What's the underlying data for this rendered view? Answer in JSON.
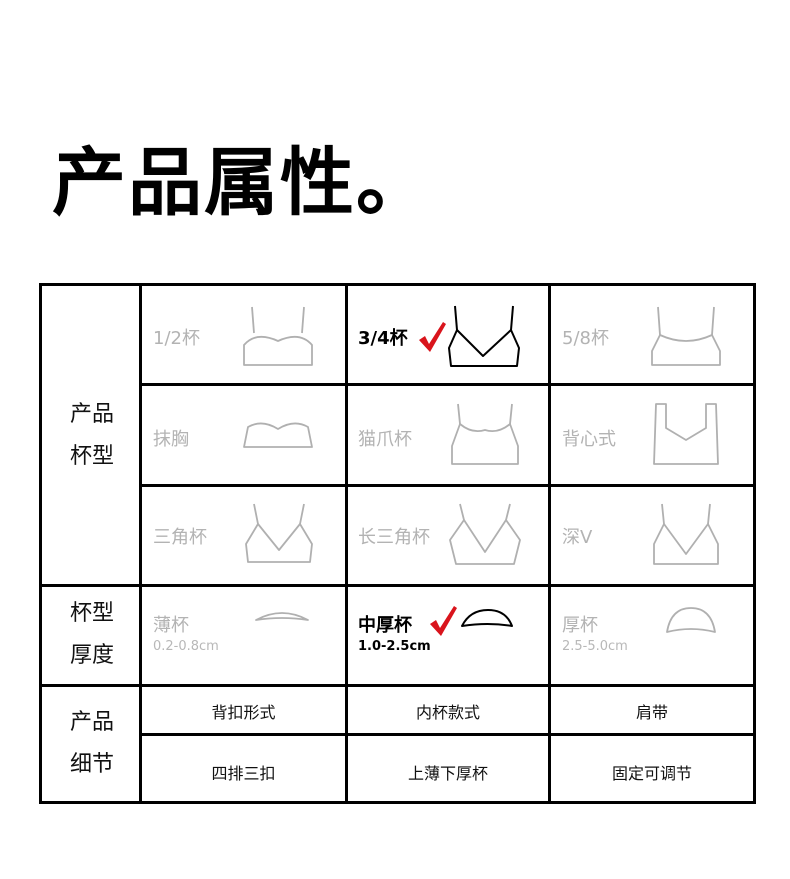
{
  "title": "产品属性。",
  "cup_type": {
    "header": [
      "产品",
      "杯型"
    ],
    "options": [
      {
        "label": "1/2杯",
        "selected": false,
        "icon": "half-cup-bra-icon"
      },
      {
        "label": "3/4杯",
        "selected": true,
        "icon": "three-quarter-cup-bra-icon"
      },
      {
        "label": "5/8杯",
        "selected": false,
        "icon": "five-eighths-cup-bra-icon"
      },
      {
        "label": "抹胸",
        "selected": false,
        "icon": "tube-bra-icon"
      },
      {
        "label": "猫爪杯",
        "selected": false,
        "icon": "cat-paw-cup-bra-icon"
      },
      {
        "label": "背心式",
        "selected": false,
        "icon": "vest-bra-icon"
      },
      {
        "label": "三角杯",
        "selected": false,
        "icon": "triangle-cup-bra-icon"
      },
      {
        "label": "长三角杯",
        "selected": false,
        "icon": "long-triangle-cup-bra-icon"
      },
      {
        "label": "深V",
        "selected": false,
        "icon": "deep-v-bra-icon"
      }
    ]
  },
  "cup_thickness": {
    "header": [
      "杯型",
      "厚度"
    ],
    "options": [
      {
        "label": "薄杯",
        "range": "0.2-0.8cm",
        "selected": false,
        "icon": "thin-pad-icon"
      },
      {
        "label": "中厚杯",
        "range": "1.0-2.5cm",
        "selected": true,
        "icon": "medium-pad-icon"
      },
      {
        "label": "厚杯",
        "range": "2.5-5.0cm",
        "selected": false,
        "icon": "thick-pad-icon"
      }
    ]
  },
  "details": {
    "header": [
      "产品",
      "细节"
    ],
    "columns": [
      "背扣形式",
      "内杯款式",
      "肩带"
    ],
    "values": [
      "四排三扣",
      "上薄下厚杯",
      "固定可调节"
    ]
  },
  "colors": {
    "border": "#000000",
    "muted_text": "#b3b3b3",
    "muted_icon": "#b0b0b0",
    "active_icon": "#000000",
    "check": "#d9141c"
  }
}
